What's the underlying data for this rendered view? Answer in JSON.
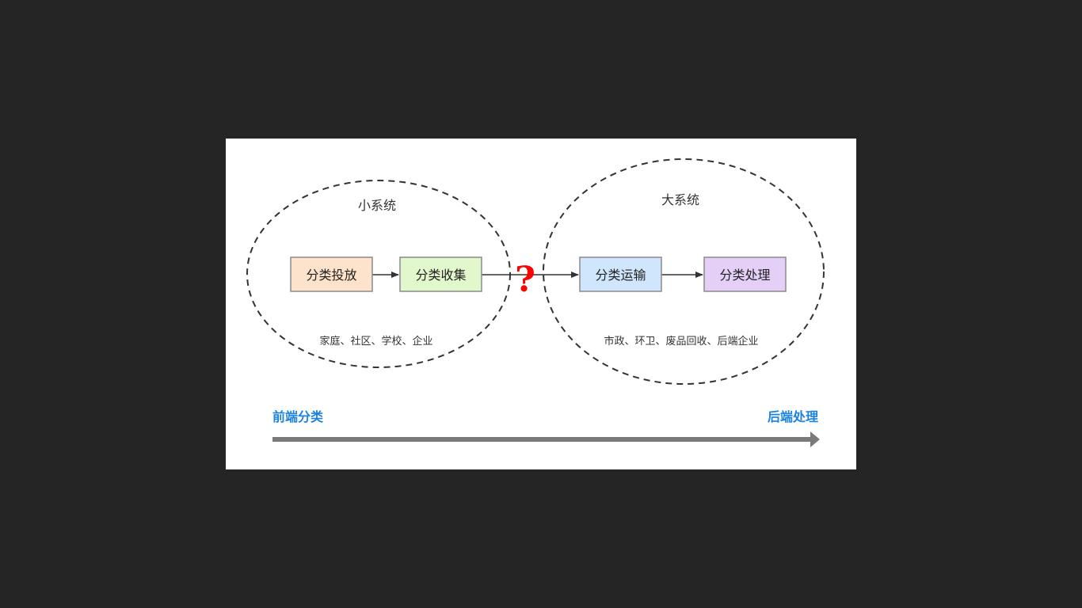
{
  "diagram": {
    "groups": [
      {
        "id": "small",
        "title": "小系统",
        "caption": "家庭、社区、学校、企业"
      },
      {
        "id": "large",
        "title": "大系统",
        "caption": "市政、环卫、废品回收、后端企业"
      }
    ],
    "nodes": [
      {
        "id": "sort_dispose",
        "label": "分类投放",
        "fill": "#fde3cc"
      },
      {
        "id": "sort_collect",
        "label": "分类收集",
        "fill": "#e3f7cc"
      },
      {
        "id": "sort_transport",
        "label": "分类运输",
        "fill": "#cfe6fc"
      },
      {
        "id": "sort_process",
        "label": "分类处理",
        "fill": "#e4cff7"
      }
    ],
    "edges": [
      {
        "from": "sort_dispose",
        "to": "sort_collect"
      },
      {
        "from": "sort_collect",
        "to": "sort_transport"
      },
      {
        "from": "sort_transport",
        "to": "sort_process"
      }
    ],
    "gap_marker": "?",
    "gap_marker_color": "#ff0000",
    "axis": {
      "start_label": "前端分类",
      "end_label": "后端处理",
      "label_color": "#1a82e2",
      "arrow_color": "#7a7a7a"
    }
  }
}
